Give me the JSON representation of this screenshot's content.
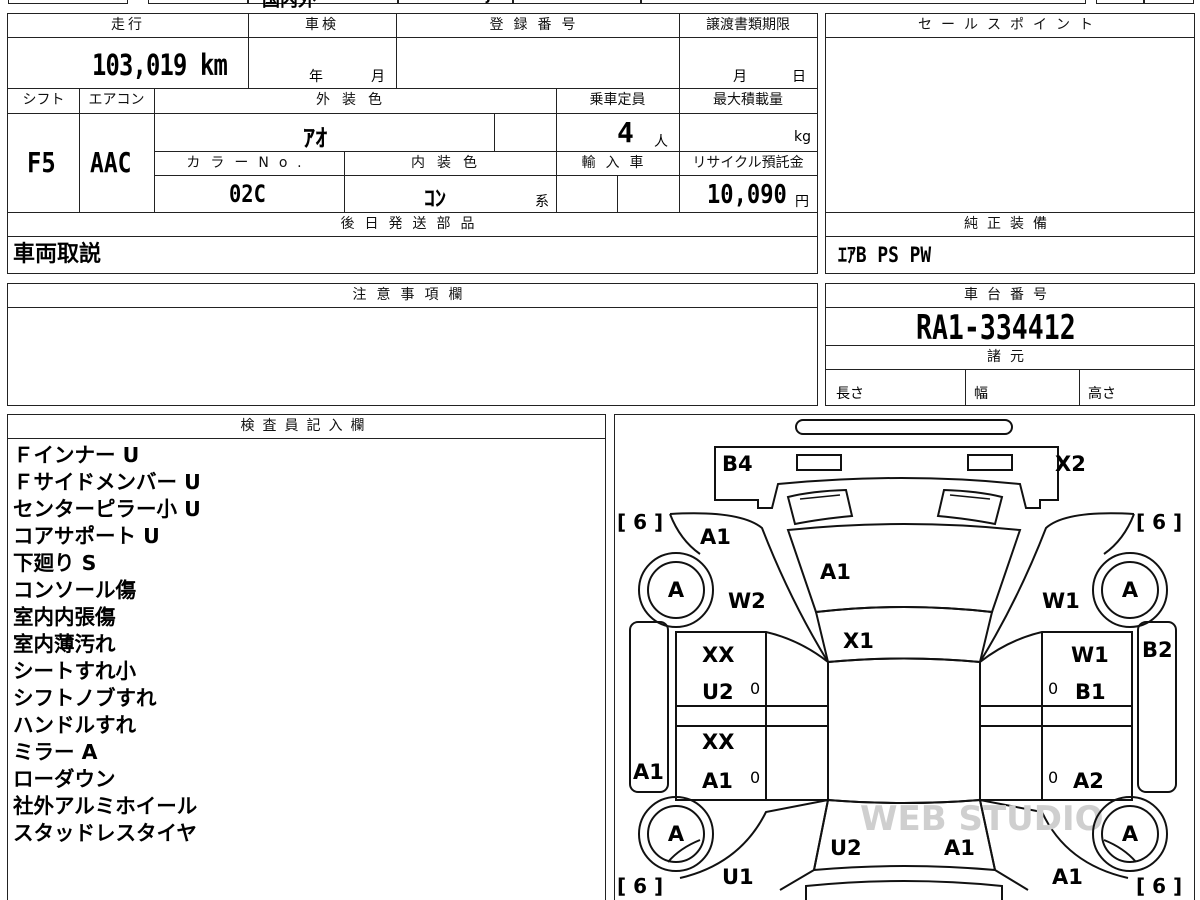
{
  "top_strip": {
    "partial_text": "国内外",
    "partial_text2": "j"
  },
  "vehicle": {
    "mileage_label": "走行",
    "mileage_value": "103,019 km",
    "inspection_label": "車検",
    "inspection_year_unit": "年",
    "inspection_month_unit": "月",
    "registration_label": "登録番号",
    "registration_value": "",
    "transfer_label": "譲渡書類期限",
    "transfer_month_unit": "月",
    "transfer_day_unit": "日",
    "shift_label": "シフト",
    "shift_value": "F5",
    "aircon_label": "エアコン",
    "aircon_value": "AAC",
    "exterior_color_label": "外装色",
    "exterior_color_value": "ｱｵ",
    "capacity_label": "乗車定員",
    "capacity_value": "4",
    "capacity_unit": "人",
    "max_load_label": "最大積載量",
    "max_load_unit": "kg",
    "color_no_label": "カラーNo.",
    "color_no_value": "02C",
    "interior_color_label": "内装色",
    "interior_color_value": "ｺﾝ",
    "interior_color_suffix": "系",
    "import_label": "輸入車",
    "recycle_label": "リサイクル預託金",
    "recycle_value": "10,090",
    "recycle_unit": "円",
    "later_parts_label": "後日発送部品",
    "later_parts_value": "車両取説"
  },
  "sales_point": {
    "label": "セールスポイント",
    "value": ""
  },
  "standard_equipment": {
    "label": "純正装備",
    "value": "ｴｱB PS PW"
  },
  "notes": {
    "label": "注意事項欄",
    "value": ""
  },
  "chassis": {
    "label": "車台番号",
    "value": "RA1-334412"
  },
  "specs": {
    "label": "諸元",
    "length_label": "長さ",
    "width_label": "幅",
    "height_label": "高さ"
  },
  "inspector": {
    "label": "検査員記入欄",
    "items": [
      "Ｆインナー U",
      "Ｆサイドメンバー U",
      "センターピラー小 U",
      "コアサポート U",
      "下廻り S",
      "コンソール傷",
      "室内内張傷",
      "室内薄汚れ",
      "シートすれ小",
      "シフトノブすれ",
      "ハンドルすれ",
      "ミラー A",
      "ローダウン",
      "社外アルミホイール",
      "スタッドレスタイヤ"
    ]
  },
  "diagram": {
    "tire_brackets": {
      "front_left": "[ 6 ]",
      "front_right": "[ 6 ]",
      "rear_left": "[ 6 ]",
      "rear_right": "[ 6 ]"
    },
    "tire_labels": {
      "front_left": "A",
      "front_right": "A",
      "rear_left": "A",
      "rear_right": "A"
    },
    "marks": {
      "front_bumper_left": "B4",
      "front_bumper_right": "X2",
      "fender_left": "A1",
      "hood": "A1",
      "fender_door_left": "W2",
      "fender_door_right": "W1",
      "windshield": "X1",
      "left_door_front_1": "XX",
      "left_door_front_2": "U2",
      "right_door_front_1": "W1",
      "right_door_front_2": "B1",
      "right_side_sill": "B2",
      "left_door_rear_1": "XX",
      "left_door_rear_2": "A1",
      "left_side_sill": "A1",
      "right_door_rear": "A2",
      "roof_rear_left": "U2",
      "roof_rear_right": "A1",
      "rear_left": "U1",
      "rear_right": "A1",
      "zero_left_front": "0",
      "zero_right_front": "0",
      "zero_left_rear": "0",
      "zero_right_rear": "0"
    },
    "watermark": "WEB STUDIO"
  }
}
